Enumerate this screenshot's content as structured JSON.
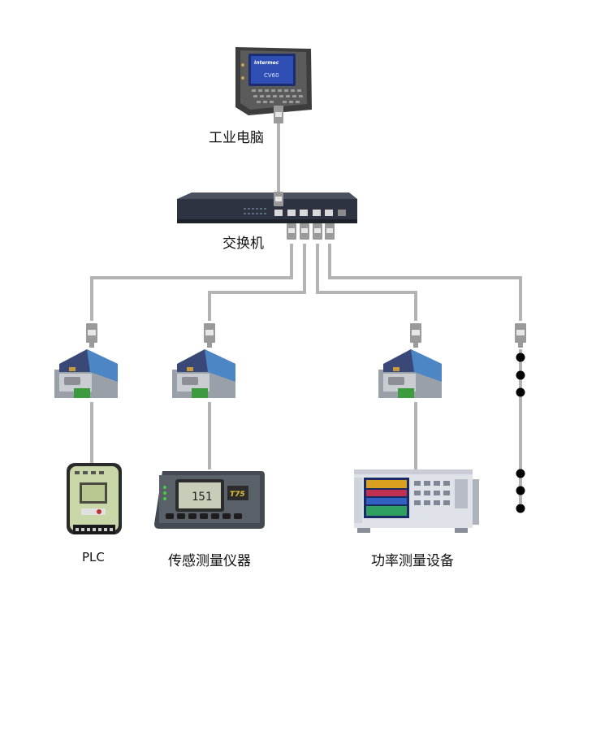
{
  "labels": {
    "industrial_pc": "工业电脑",
    "switch": "交换机",
    "plc": "PLC",
    "sensor_instrument": "传感测量仪器",
    "power_equipment": "功率测量设备"
  },
  "device_text": {
    "pc_brand": "Intermec",
    "pc_screen": "CV60",
    "sensor_reading": "151",
    "sensor_badge": "T75"
  },
  "colors": {
    "cable": "#b4b4b4",
    "connector": "#9a9a9a",
    "connector_band": "#e6e6e6",
    "switch_body": "#2d3340",
    "server_body": "#3a4878",
    "server_port": "#c89a3c",
    "dot": "#000000"
  },
  "icons": [
    "tablet-pc-icon",
    "network-switch-icon",
    "serial-server-icon",
    "plc-icon",
    "sensor-meter-icon",
    "power-analyzer-icon"
  ]
}
